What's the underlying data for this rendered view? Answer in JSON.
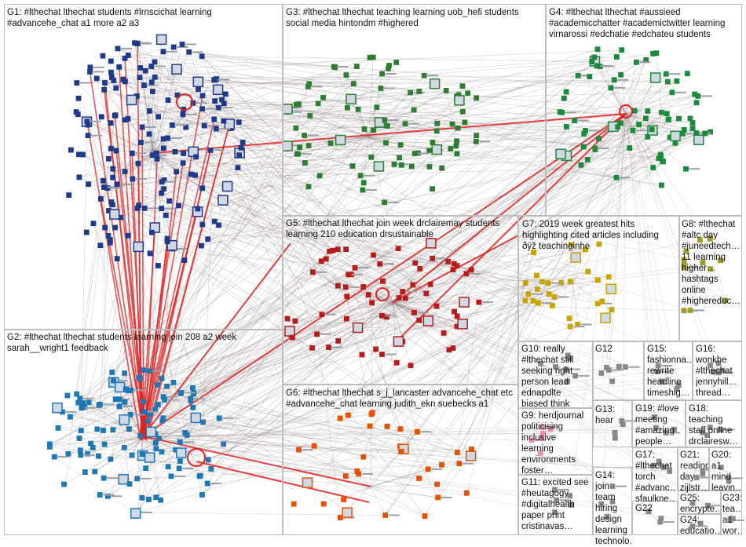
{
  "groups": [
    {
      "id": "G1",
      "label": "G1: #lthechat lthechat students #lrnscichat learning\n#advancehe_chat a1 more a2 a3",
      "node_color": "#1f3a8a"
    },
    {
      "id": "G2",
      "label": "G2: #lthechat lthechat students learning join 208 a2 week\nsarah__wright1 feedback",
      "node_color": "#1f77b4"
    },
    {
      "id": "G3",
      "label": "G3: #lthechat lthechat teaching learning uob_hefi students\nsocial media hintondm #highered",
      "node_color": "#2e7d32"
    },
    {
      "id": "G4",
      "label": "G4: #lthechat lthechat #aussieed\n#academicchatter #academictwitter learning\nvirnarossi #edchatie #edchateu students",
      "node_color": "#1b8a3a"
    },
    {
      "id": "G5",
      "label": "G5: #lthechat lthechat join week drclairemay students\nlearning 210 education drsustainable",
      "node_color": "#b71c1c"
    },
    {
      "id": "G6",
      "label": "G6: #lthechat lthechat s_j_lancaster advancehe_chat etc\n#advancehe_chat learning judith_ekn suebecks a1",
      "node_color": "#e65100"
    },
    {
      "id": "G7",
      "label": "G7: 2019 week greatest hits\nhighlighting cited articles including\nðÿž teachinginhe",
      "node_color": "#c9a400"
    },
    {
      "id": "G8",
      "label": "G8: #lthechat\n#altc day\n#juneedtech…\n11 learning\nhigher…\nhashtags\nonline\n#highereduc…",
      "node_color": "#9e9d24"
    },
    {
      "id": "G9",
      "label": "G9: herdjournal\npoliticising\ninclusive\nlearning\nenvironments\nfoster…",
      "node_color": "#f48fb1"
    },
    {
      "id": "G10",
      "label": "G10: really\n#lthechat still\nseeking right\nperson lead\nednapdlte\nbiased think",
      "node_color": "#888888"
    },
    {
      "id": "G11",
      "label": "G11: excited see\n#heutagogy\n#digitalhealth\npaper print\ncristinavas…",
      "node_color": "#888888"
    },
    {
      "id": "G12",
      "label": "G12",
      "node_color": "#888888"
    },
    {
      "id": "G13",
      "label": "G13: hear",
      "node_color": "#888888"
    },
    {
      "id": "G14",
      "label": "G14: join\nteam\nhiring\ndesign\nlearning\ntechnolo…",
      "node_color": "#888888"
    },
    {
      "id": "G15",
      "label": "G15:\nfashionna…\nrewrite\nheadline\ntimeshig…",
      "node_color": "#888888"
    },
    {
      "id": "G16",
      "label": "G16:\nwonkhe\n#lthechat\njennyhill…\nthread…",
      "node_color": "#888888"
    },
    {
      "id": "G17",
      "label": "G17:\n#lthechat\ntorch\n#advanc…\nsfaulkne…",
      "node_color": "#888888"
    },
    {
      "id": "G18",
      "label": "G18:\nteaching\nstaff online\ndrclairesw…",
      "node_color": "#888888"
    },
    {
      "id": "G19",
      "label": "G19: #love\nmeeting\n#amazing\npeople…",
      "node_color": "#888888"
    },
    {
      "id": "G20",
      "label": "G20:\na1\nmind\nleavin…",
      "node_color": "#888888"
    },
    {
      "id": "G21",
      "label": "G21: reading\nday\nzijlstr…",
      "node_color": "#888888"
    },
    {
      "id": "G22",
      "label": "G22",
      "node_color": "#888888"
    },
    {
      "id": "G23",
      "label": "G23:\ntea…\na1\nwor…",
      "node_color": "#888888"
    },
    {
      "id": "G24",
      "label": "G24:\neducatio…",
      "node_color": "#888888"
    },
    {
      "id": "G25",
      "label": "G25:\nencrypte…",
      "node_color": "#888888"
    }
  ],
  "colors": {
    "edge_gray": "#8a7a7a",
    "edge_red": "#e02020",
    "box_border": "#bdbdbd"
  }
}
